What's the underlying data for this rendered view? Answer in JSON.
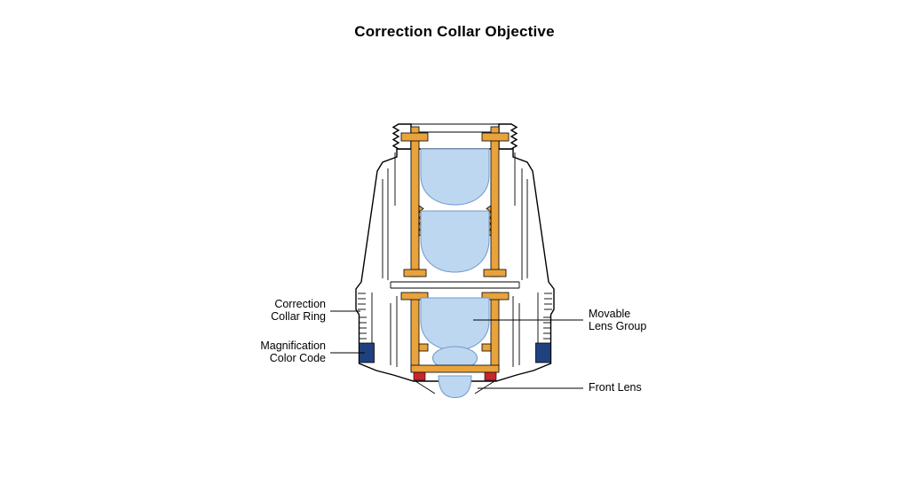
{
  "title": "Correction Collar Objective",
  "labels": {
    "correction_collar_ring": "Correction\nCollar Ring",
    "magnification_color_code": "Magnification\nColor Code",
    "movable_lens_group": "Movable\nLens Group",
    "front_lens": "Front Lens"
  },
  "colors": {
    "background": "#ffffff",
    "outline": "#000000",
    "text": "#000000",
    "lens_mount_orange": "#E8A33C",
    "lens_glass_blue": "#BDD7F1",
    "lens_edge_blue": "#6E99CC",
    "color_code_dark_blue": "#20417F",
    "front_seal_red": "#C9252B"
  }
}
